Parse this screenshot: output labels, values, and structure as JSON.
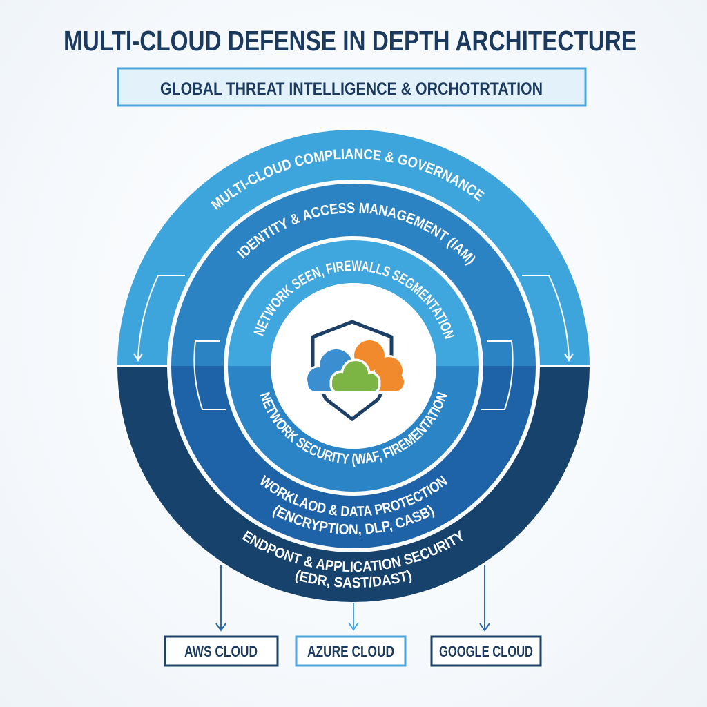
{
  "title": "MULTI-CLOUD DEFENSE IN DEPTH ARCHITECTURE",
  "banner": {
    "label": "GLOBAL THREAT INTELLIGENCE & ORCHOTRTATION"
  },
  "layers": {
    "outer": {
      "top_label": "MULTI-CLOUD COMPLIANCE & GOVERNANCE",
      "bottom_label_line1": "ENDPONT & APPLICATION SECURITY",
      "bottom_label_line2": "(EDR, SAST/DAST)"
    },
    "middle": {
      "top_label": "IDENTITY & ACCESS MANAGEMENT (IAM)",
      "bottom_label_line1": "WORKLAOD & DATA PROTECTION",
      "bottom_label_line2": "(ENCRYPTION, DLP, CASB)"
    },
    "inner": {
      "top_label": "NETWORK SEEN, FIREWALLS SEGMENTATION",
      "bottom_label": "NETWORK SECURITY (WAF, FIREMENTATION"
    }
  },
  "center_icon": "shield-multi-cloud-icon",
  "targets": [
    {
      "label": "AWS CLOUD"
    },
    {
      "label": "AZURE CLOUD"
    },
    {
      "label": "GOOGLE CLOUD"
    }
  ],
  "colors": {
    "title": "#1b3a5e",
    "banner_fill": "#e3f1fb",
    "banner_border": "#4aa6dc",
    "outer_top": "#3ea5dc",
    "outer_bottom": "#16426c",
    "middle_top": "#2b83c4",
    "middle_bottom": "#1e62a7",
    "inner_top": "#40a7de",
    "inner_bottom": "#2a84c5",
    "shield": "#1d3f66",
    "cloud_blue": "#3b8fd0",
    "cloud_orange": "#f08a2c",
    "cloud_green": "#7db544",
    "box_border_dark": "#1d4468",
    "box_border_light": "#4aa6dc",
    "arrow_dark": "#2e6aa8",
    "arrow_light": "#4aa6dc"
  }
}
